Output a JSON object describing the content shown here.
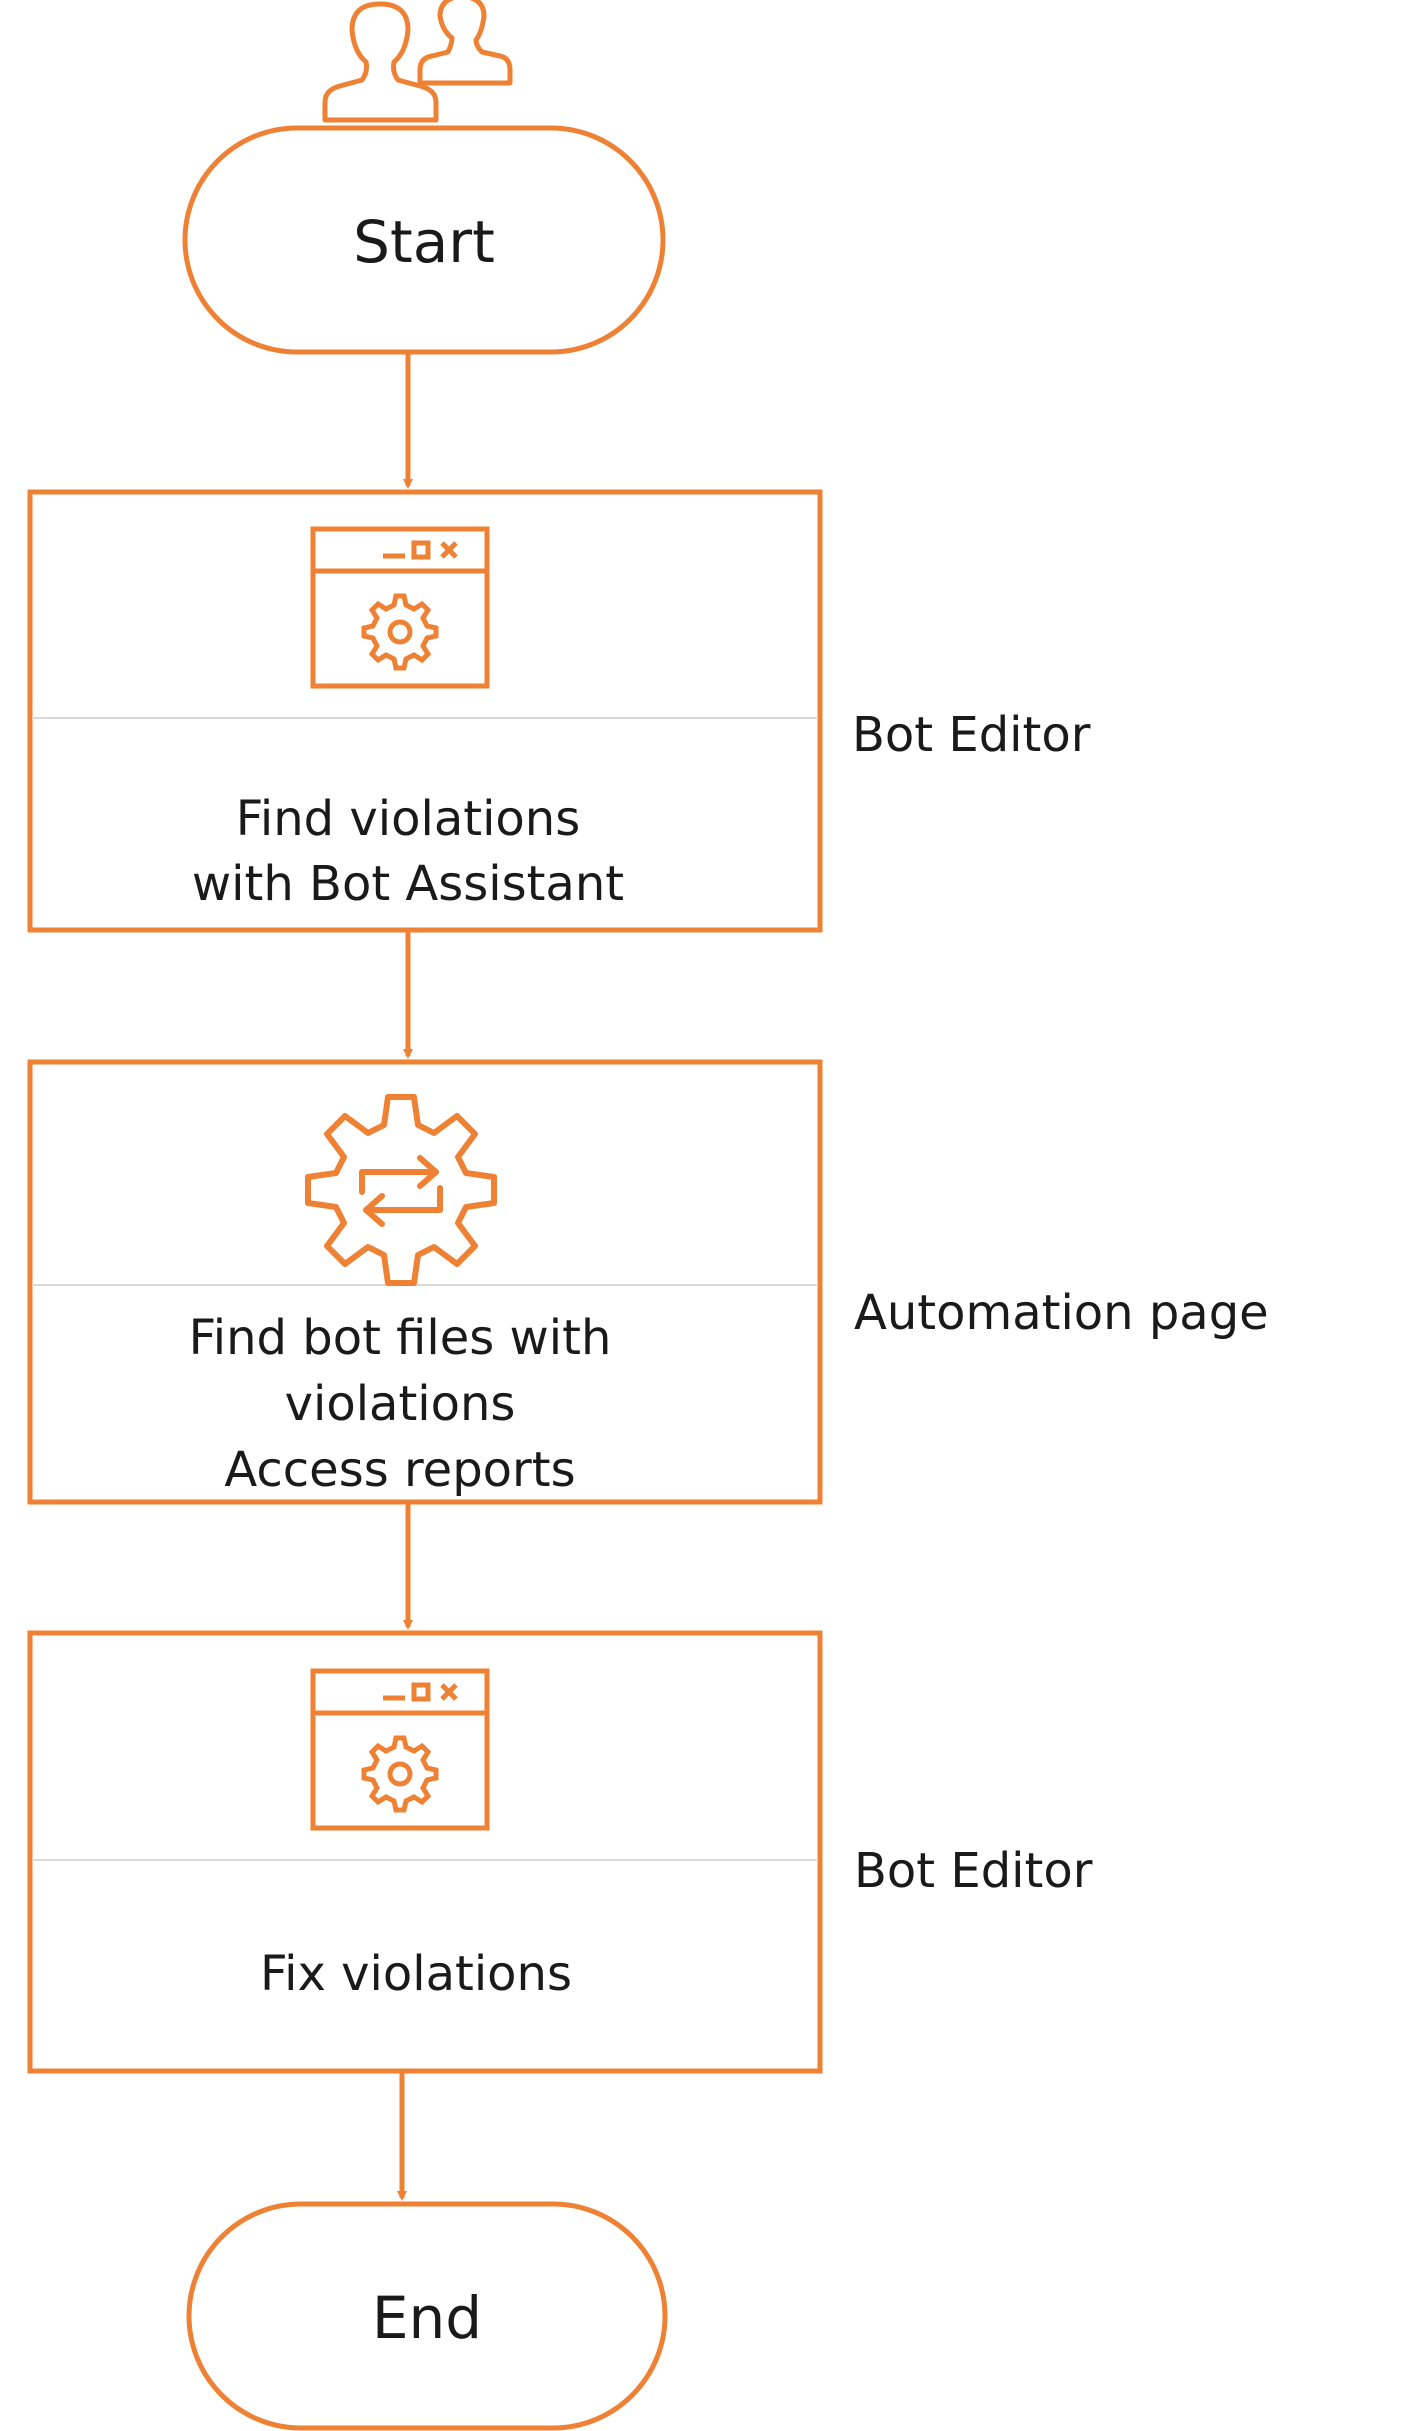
{
  "diagram": {
    "accent_color": "#EE8133",
    "divider_color": "#d9d9d9",
    "text_color": "#1a1a1a",
    "start_icon": "users-icon",
    "start": {
      "label": "Start"
    },
    "steps": [
      {
        "icon": "app-window-gear-icon",
        "lines": [
          "Find violations",
          "with Bot Assistant"
        ],
        "side_label": "Bot Editor"
      },
      {
        "icon": "gear-sync-icon",
        "lines": [
          "Find bot files with",
          "violations",
          "Access reports"
        ],
        "side_label": "Automation page"
      },
      {
        "icon": "app-window-gear-icon",
        "lines": [
          "Fix violations"
        ],
        "side_label": "Bot Editor"
      }
    ],
    "end": {
      "label": "End"
    }
  }
}
